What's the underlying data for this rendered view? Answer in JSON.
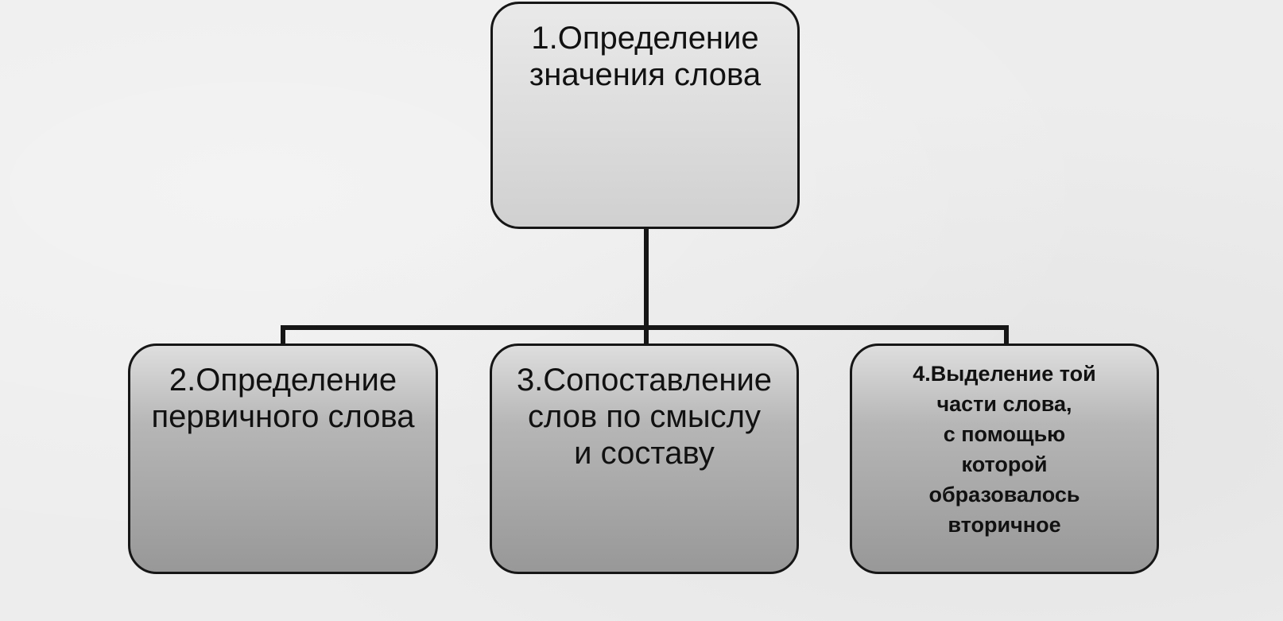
{
  "diagram": {
    "root": {
      "label": "1.Определение\nзначения слова"
    },
    "children": [
      {
        "label": "2.Определение\nпервичного слова"
      },
      {
        "label": "3.Сопоставление\nслов по смыслу\nи составу"
      },
      {
        "label": "4.Выделение той\nчасти слова,\nс помощью\nкоторой\nобразовалось\nвторичное"
      }
    ]
  },
  "colors": {
    "line": "#161616",
    "background": "#ededed"
  }
}
